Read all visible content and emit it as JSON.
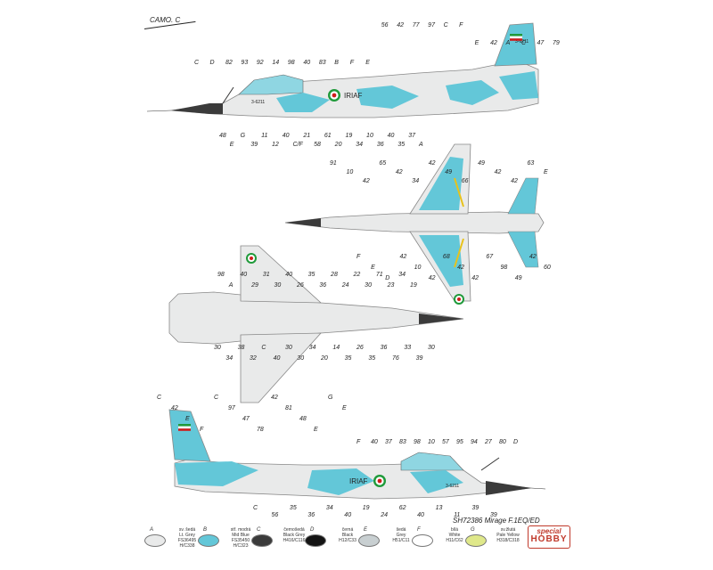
{
  "camo_label": "CAMO. C",
  "title": "SH72386 Mirage F.1EQ/ED",
  "brand": {
    "line1": "special",
    "line2": "HOBBY"
  },
  "fuselage_marking": "IRIAF",
  "serial": "3-6211",
  "tail_code": "3-6211",
  "colors": {
    "light_grey": "#e9eaea",
    "mid_blue": "#63c7d8",
    "black_grey": "#3b3b3b",
    "black": "#141414",
    "grey": "#c8cfd1",
    "white": "#ffffff",
    "pale_yellow": "#dfe88a",
    "flag_green": "#1f9a3a",
    "flag_red": "#d01c1c"
  },
  "legend": [
    {
      "letter": "A",
      "czech": "sv. šedá",
      "name": "Lt. Grey",
      "code1": "FS36495",
      "code2": "H/C338",
      "color": "#e9eaea"
    },
    {
      "letter": "B",
      "czech": "stř. modrá",
      "name": "Mid Blue",
      "code1": "FS35450",
      "code2": "H/C323",
      "color": "#63c7d8"
    },
    {
      "letter": "C",
      "czech": "černošedá",
      "name": "Black Grey",
      "code1": "H416/C116",
      "code2": "",
      "color": "#3b3b3b"
    },
    {
      "letter": "D",
      "czech": "černá",
      "name": "Black",
      "code1": "H12/C33",
      "code2": "",
      "color": "#141414"
    },
    {
      "letter": "E",
      "czech": "šedá",
      "name": "Grey",
      "code1": "H51/C11",
      "code2": "",
      "color": "#c8cfd1"
    },
    {
      "letter": "F",
      "czech": "bílá",
      "name": "White",
      "code1": "H11/C62",
      "code2": "",
      "color": "#ffffff"
    },
    {
      "letter": "G",
      "czech": "sv.žlutá",
      "name": "Pale Yellow",
      "code1": "H318/C318",
      "code2": "",
      "color": "#dfe88a"
    }
  ],
  "callouts": {
    "left_profile": [
      "C",
      "D",
      "82",
      "93",
      "92",
      "14",
      "98",
      "40",
      "83",
      "B",
      "F",
      "E",
      "56",
      "42",
      "77",
      "97",
      "C",
      "F",
      "E",
      "42",
      "A",
      "C",
      "47",
      "79",
      "48",
      "E",
      "G",
      "39",
      "11",
      "12",
      "40",
      "C/F",
      "21",
      "58",
      "61",
      "20",
      "19",
      "34",
      "10",
      "36",
      "40",
      "35",
      "37",
      "A"
    ],
    "top_view": [
      "91",
      "10",
      "42",
      "65",
      "42",
      "34",
      "42",
      "49",
      "66",
      "49",
      "42",
      "42",
      "63",
      "E",
      "F",
      "E",
      "D",
      "42",
      "10",
      "42",
      "68",
      "42",
      "42",
      "67",
      "98",
      "49",
      "42",
      "60"
    ],
    "bottom_view": [
      "98",
      "A",
      "40",
      "29",
      "31",
      "30",
      "40",
      "26",
      "35",
      "36",
      "28",
      "24",
      "22",
      "30",
      "71",
      "23",
      "34",
      "19",
      "30",
      "34",
      "38",
      "32",
      "C",
      "40",
      "30",
      "30",
      "34",
      "20",
      "14",
      "35",
      "26",
      "35",
      "36",
      "76",
      "33",
      "39",
      "30"
    ],
    "right_profile": [
      "C",
      "42",
      "E",
      "F",
      "C",
      "97",
      "47",
      "78",
      "42",
      "81",
      "48",
      "E",
      "G",
      "E",
      "F",
      "40",
      "37",
      "83",
      "98",
      "10",
      "57",
      "95",
      "94",
      "27",
      "80",
      "D",
      "C",
      "56",
      "35",
      "36",
      "34",
      "40",
      "19",
      "24",
      "62",
      "40",
      "13",
      "11",
      "39",
      "39"
    ]
  }
}
